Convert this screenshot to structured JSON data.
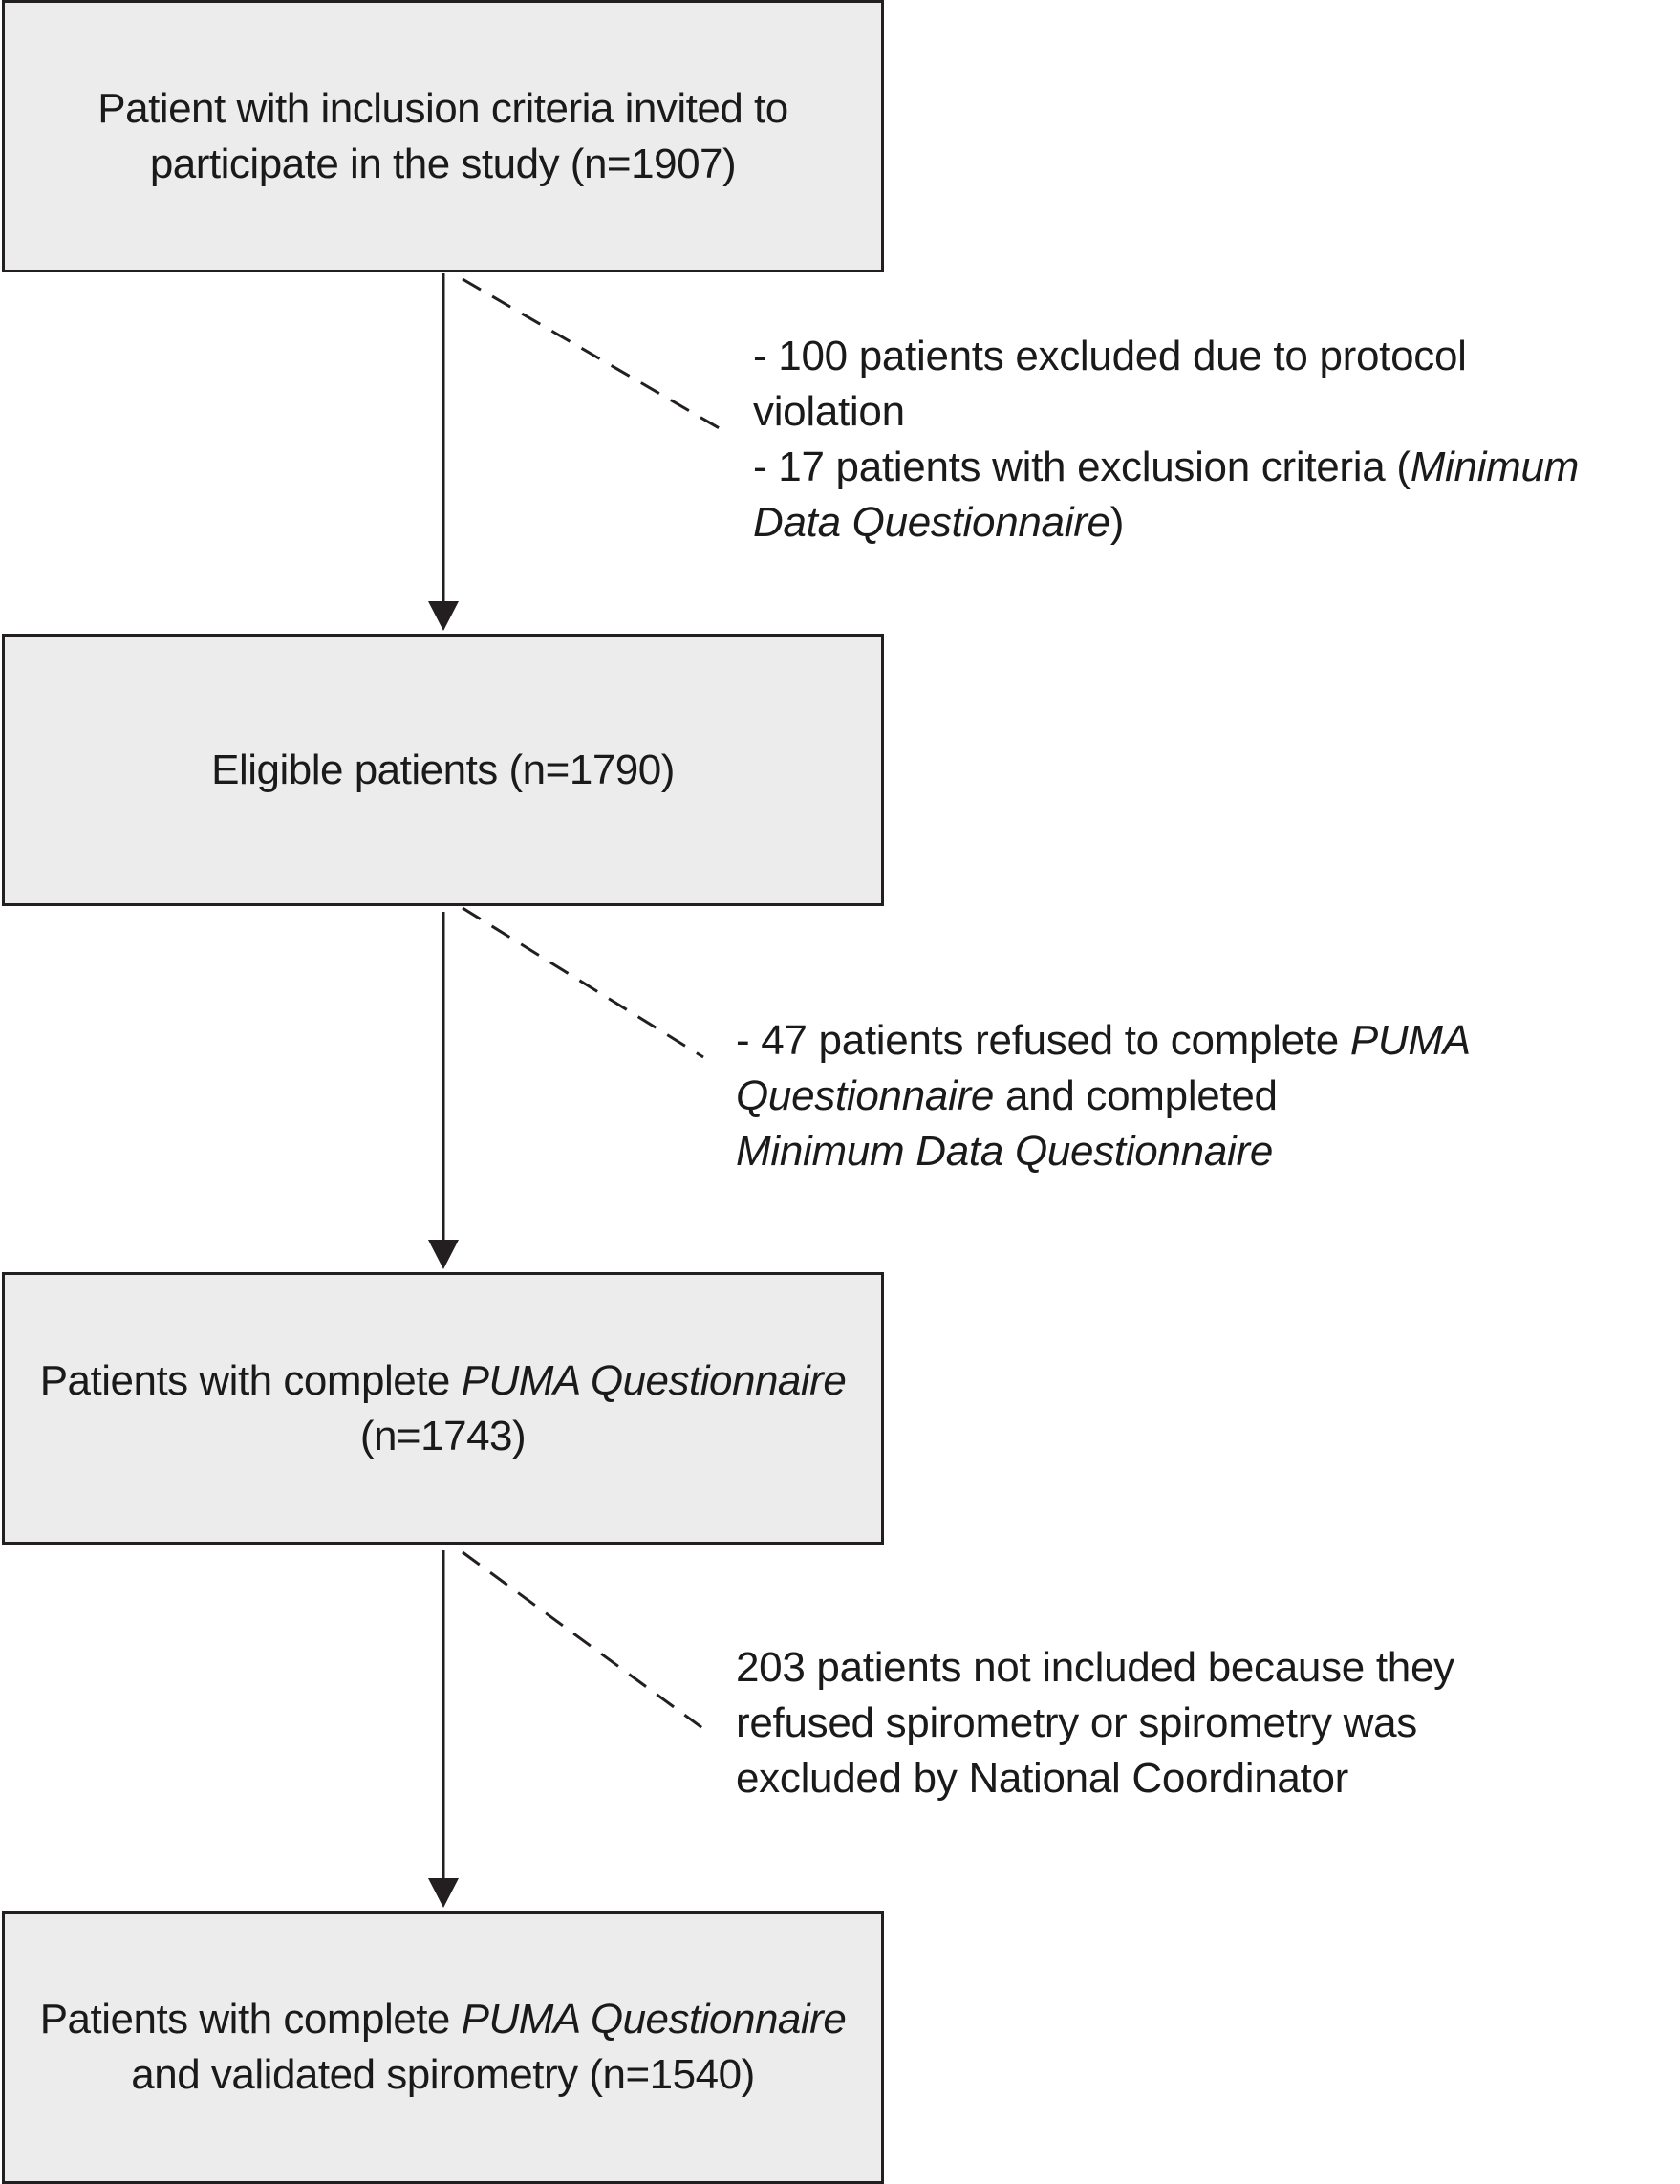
{
  "boxes": {
    "b1": {
      "line1": "Patient with inclusion criteria invited to",
      "line2": "participate in the study (n=1907)"
    },
    "b2": {
      "line1": "Eligible patients (n=1790)"
    },
    "b3": {
      "line1_pre": "Patients with complete ",
      "line1_it": "PUMA Questionnaire",
      "line2": "(n=1743)"
    },
    "b4": {
      "line1_pre": "Patients with complete ",
      "line1_it": "PUMA Questionnaire",
      "line2": "and validated spirometry (n=1540)"
    }
  },
  "notes": {
    "n1": {
      "l1": "- 100 patients excluded due to protocol",
      "l2": "violation",
      "l3_pre": "- 17 patients with exclusion criteria (",
      "l3_it": "Minimum",
      "l4_it": "Data Questionnaire",
      "l4_post": ")"
    },
    "n2": {
      "l1_pre": "- 47 patients refused to complete ",
      "l1_it": "PUMA",
      "l2_it": "Questionnaire",
      "l2_post": " and completed",
      "l3_it": "Minimum Data Questionnaire"
    },
    "n3": {
      "l1": "203 patients not included because they",
      "l2": "refused spirometry or spirometry was",
      "l3": "excluded by National Coordinator"
    }
  },
  "colors": {
    "box_fill": "#ececec",
    "stroke": "#231f20"
  }
}
